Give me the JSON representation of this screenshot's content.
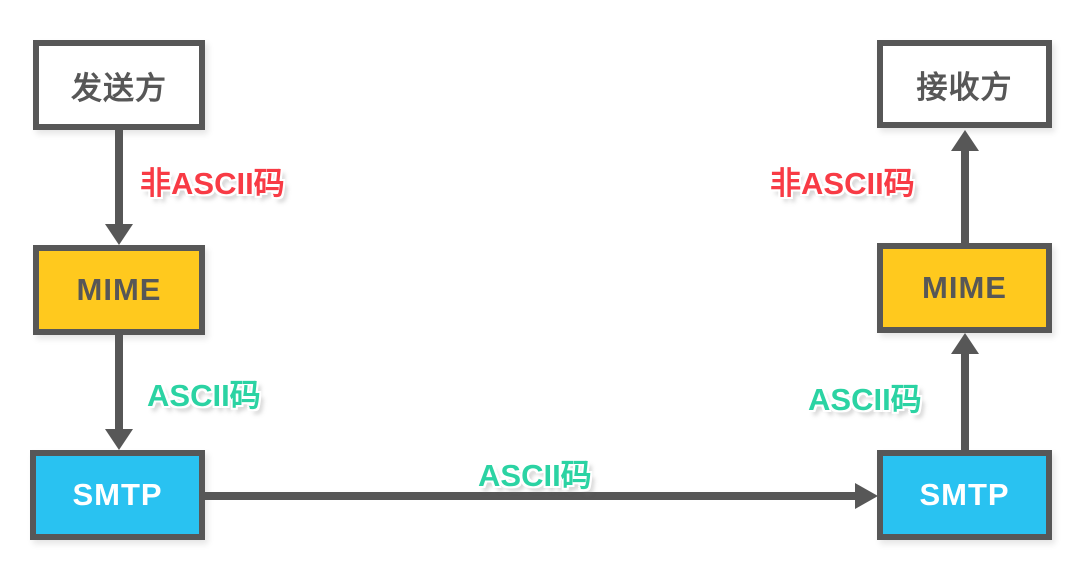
{
  "diagram": {
    "description": "MIME and SMTP email encoding flow between sender and receiver",
    "background": "#ffffff",
    "colors": {
      "box_border": "#575757",
      "arrow": "#575757",
      "sender_receiver_fill": "#ffffff",
      "mime_fill": "#ffc91e",
      "smtp_fill": "#29c2f1",
      "box_text_dark": "#575757",
      "smtp_text": "#ffffff",
      "label_non_ascii": "#f83b45",
      "label_ascii": "#2bd3a3"
    },
    "nodes": {
      "sender": {
        "label": "发送方"
      },
      "mime_left": {
        "label": "MIME"
      },
      "smtp_left": {
        "label": "SMTP"
      },
      "smtp_right": {
        "label": "SMTP"
      },
      "mime_right": {
        "label": "MIME"
      },
      "receiver": {
        "label": "接收方"
      }
    },
    "edges": {
      "sender_to_mime": {
        "label": "非ASCII码",
        "direction": "down"
      },
      "mime_to_smtp": {
        "label": "ASCII码",
        "direction": "down"
      },
      "smtp_to_smtp": {
        "label": "ASCII码",
        "direction": "right"
      },
      "smtp_to_mime": {
        "label": "ASCII码",
        "direction": "up"
      },
      "mime_to_receiver": {
        "label": "非ASCII码",
        "direction": "up"
      }
    }
  }
}
